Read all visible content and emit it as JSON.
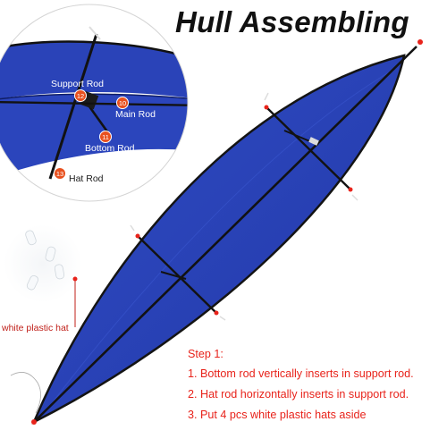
{
  "title": "Hull Assembling",
  "callouts": {
    "support_rod": {
      "number": "12",
      "label": "Support Rod"
    },
    "main_rod": {
      "number": "10",
      "label": "Main Rod"
    },
    "bottom_rod": {
      "number": "11",
      "label": "Bottom Rod"
    },
    "hat_rod": {
      "number": "13",
      "label": "Hat Rod"
    }
  },
  "hat_label": "white plastic hat",
  "steps": {
    "heading": "Step 1:",
    "items": [
      "1. Bottom rod vertically inserts in support rod.",
      "2. Hat rod horizontally inserts in support rod.",
      "3. Put 4 pcs white plastic hats aside"
    ]
  },
  "colors": {
    "hull_blue": "#2a43b8",
    "frame": "#1a1a1a",
    "badge": "#e8501e",
    "step_text": "#e8231b"
  }
}
